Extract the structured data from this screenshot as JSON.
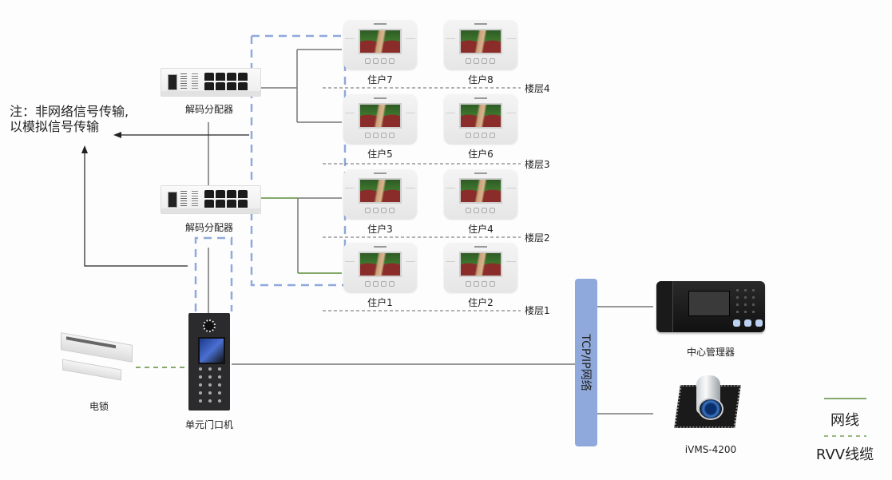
{
  "note": {
    "line1": "注：非网络信号传输,",
    "line2": "以模拟信号传输"
  },
  "decoders": [
    {
      "label": "解码分配器"
    },
    {
      "label": "解码分配器"
    }
  ],
  "monitors": [
    {
      "label": "住户7"
    },
    {
      "label": "住户8"
    },
    {
      "label": "住户5"
    },
    {
      "label": "住户6"
    },
    {
      "label": "住户3"
    },
    {
      "label": "住户4"
    },
    {
      "label": "住户1"
    },
    {
      "label": "住户2"
    }
  ],
  "floors": [
    {
      "label": "楼层4"
    },
    {
      "label": "楼层3"
    },
    {
      "label": "楼层2"
    },
    {
      "label": "楼层1"
    }
  ],
  "door_station": {
    "label": "单元门口机"
  },
  "lock": {
    "label": "电锁"
  },
  "network": {
    "label": "TCP/IP网络"
  },
  "master_station": {
    "label": "中心管理器"
  },
  "client_software": {
    "label": "iVMS-4200"
  },
  "legend": {
    "items": [
      {
        "label": "网线",
        "style": "solid",
        "color": "#5b8f3a"
      },
      {
        "label": "RVV线缆",
        "style": "dashed",
        "color": "#5b8f3a"
      }
    ]
  },
  "colors": {
    "network_bar": "#8fa9dc",
    "dashed_group": "#8fa9dc",
    "wire_gray": "#777777",
    "wire_green": "#5b8f3a"
  }
}
